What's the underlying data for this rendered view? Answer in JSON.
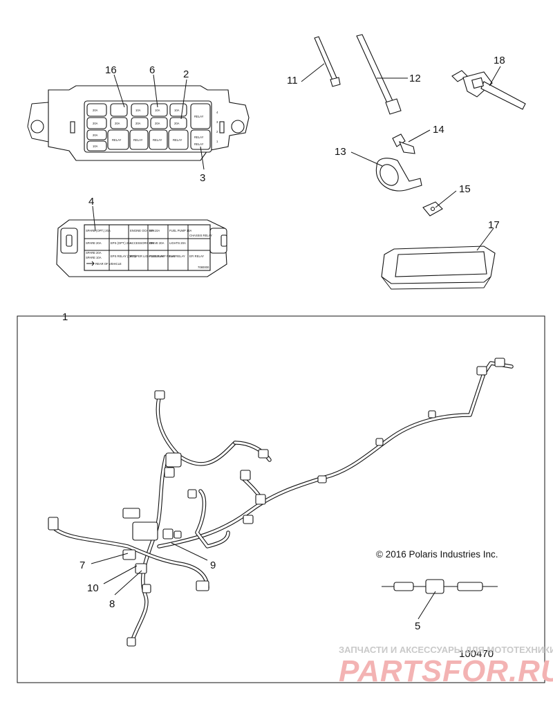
{
  "callouts": [
    "1",
    "2",
    "3",
    "4",
    "5",
    "6",
    "7",
    "8",
    "9",
    "10",
    "11",
    "12",
    "13",
    "14",
    "15",
    "16",
    "17",
    "18"
  ],
  "fuse_box": {
    "row1": [
      "20A",
      "",
      "10A",
      "10A",
      "10A",
      "RELAY"
    ],
    "row2": [
      "20A",
      "20A",
      "20A",
      "20A",
      "20A",
      "RELAY"
    ],
    "row3": [
      "20A",
      "RELAY",
      "",
      "",
      "",
      ""
    ],
    "row4": [
      "10A",
      "",
      "RELAY",
      "RELAY",
      "RELAY",
      "RELAY"
    ],
    "side_numbers": [
      "4",
      "3",
      "2",
      "1"
    ]
  },
  "fuse_label": {
    "cells": [
      "SPARE (OPT.) 20A",
      "ENGINE OCH 5VA",
      "EFI 10A",
      "FUEL PUMP 10A",
      "CHASSIS RELAY",
      "SPARE 20A",
      "EPS (OPT.) 20A",
      "ACCESSORY 20A",
      "DRIVE 20A",
      "LIGHTS 20A",
      "SPARE 20A",
      "SPARE 10A",
      "EPS RELAY (OPT.)",
      "BUMPER LIGHTS RELAY",
      "FUEL PUMP RELAY",
      "FAN RELAY",
      "EFI RELAY"
    ],
    "arrow_text": "REAR OF VEHICLE",
    "part_no": "7080000"
  },
  "copyright": "© 2016 Polaris Industries Inc.",
  "diagram_number": "100470",
  "watermark": {
    "line1": "ЗАПЧАСТИ И АКСЕССУАРЫ ДЛЯ МОТОТЕХНИКИ",
    "line2": "PARTSFOR.RU"
  }
}
